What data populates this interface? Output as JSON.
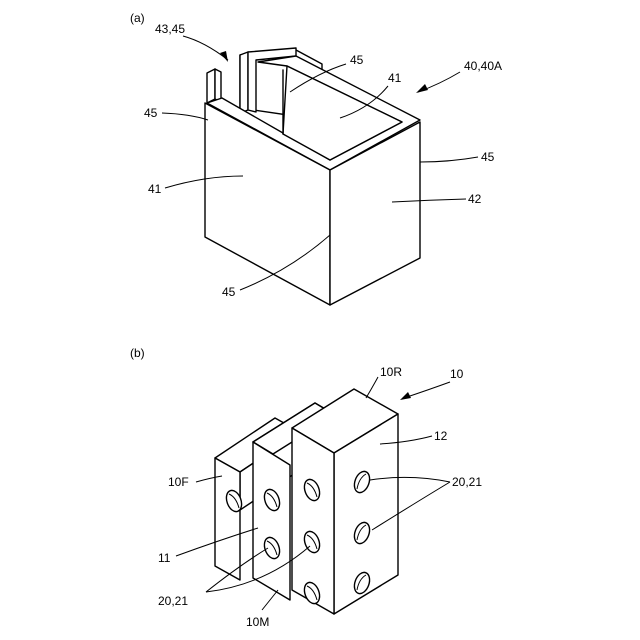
{
  "figure_a": {
    "panel_label": "(a)",
    "labels": {
      "ref_43_45": "43,45",
      "ref_45_top": "45",
      "ref_40_40A": "40,40A",
      "ref_45_left": "45",
      "ref_41_inner": "41",
      "ref_45_right": "45",
      "ref_41_front": "41",
      "ref_42": "42",
      "ref_45_bottom": "45"
    }
  },
  "figure_b": {
    "panel_label": "(b)",
    "labels": {
      "ref_10R": "10R",
      "ref_10": "10",
      "ref_12": "12",
      "ref_10F": "10F",
      "ref_20_21_right": "20,21",
      "ref_11": "11",
      "ref_20_21_left": "20,21",
      "ref_10M": "10M"
    }
  }
}
